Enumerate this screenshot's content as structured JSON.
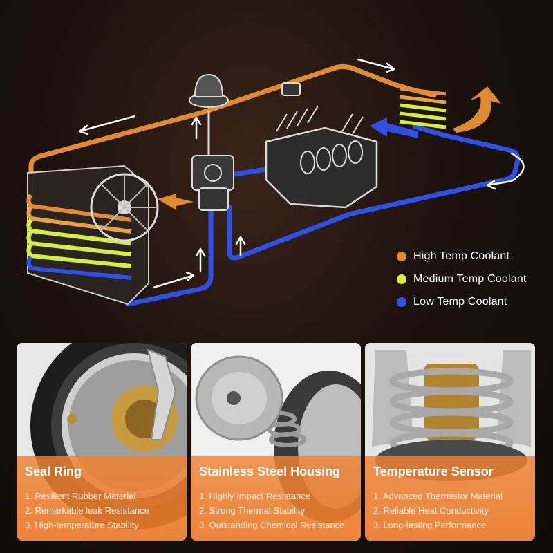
{
  "legend": [
    {
      "label": "High Temp Coolant",
      "color": "#e08a32"
    },
    {
      "label": "Medium Temp Coolant",
      "color": "#d8ee3c"
    },
    {
      "label": "Low Temp Coolant",
      "color": "#2f4fe6"
    }
  ],
  "colors": {
    "high": "#e08a32",
    "medium": "#d8ee3c",
    "low": "#2f4fe6",
    "caption": "#ee7d2e"
  },
  "features": [
    {
      "title": "Seal Ring",
      "items": [
        "1. Resilient Rubber Material",
        "2. Remarkable leak Resistance",
        "3. High-temperature Stability"
      ]
    },
    {
      "title": "Stainless Steel Housing",
      "items": [
        "1. Highly Impact Resistance",
        "2. Strong Thermal Stability",
        "3. Outstanding Chemical Resistance"
      ]
    },
    {
      "title": "Temperature Sensor",
      "items": [
        "1. Advanced Thermistor Material",
        "2. Reliable Heat Conductivity",
        "3. Long-lasting Performance"
      ]
    }
  ]
}
